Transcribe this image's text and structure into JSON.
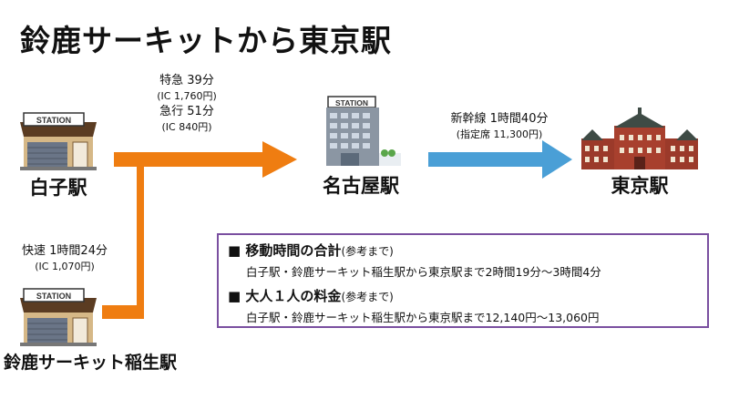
{
  "title": "鈴鹿サーキットから東京駅",
  "stations": {
    "shiroko": "白子駅",
    "suzuka": "鈴鹿サーキット稲生駅",
    "nagoya": "名古屋駅",
    "tokyo": "東京駅"
  },
  "building_sign": "STATION",
  "routes": {
    "suzuka_to_shiroko": {
      "line1": "快速 1時間24分",
      "line2": "(IC 1,070円)"
    },
    "shiroko_to_nagoya": {
      "tokkyu": "特急 39分",
      "tokkyu_fare": "(IC 1,760円)",
      "kyuko": "急行 51分",
      "kyuko_fare": "(IC 840円)"
    },
    "nagoya_to_tokyo": {
      "line1": "新幹線 1時間40分",
      "line2": "(指定席 11,300円)"
    }
  },
  "info": {
    "time_heading": "移動時間の合計",
    "time_note": "(参考まで)",
    "time_detail": "白子駅・鈴鹿サーキット稲生駅から東京駅まで2時間19分～3時間4分",
    "fare_heading": "大人１人の料金",
    "fare_note": "(参考まで)",
    "fare_detail": "白子駅・鈴鹿サーキット稲生駅から東京駅まで12,140円～13,060円"
  },
  "colors": {
    "orange": "#ef7d11",
    "blue": "#4a9fd6",
    "box_border": "#7a4fa0"
  }
}
